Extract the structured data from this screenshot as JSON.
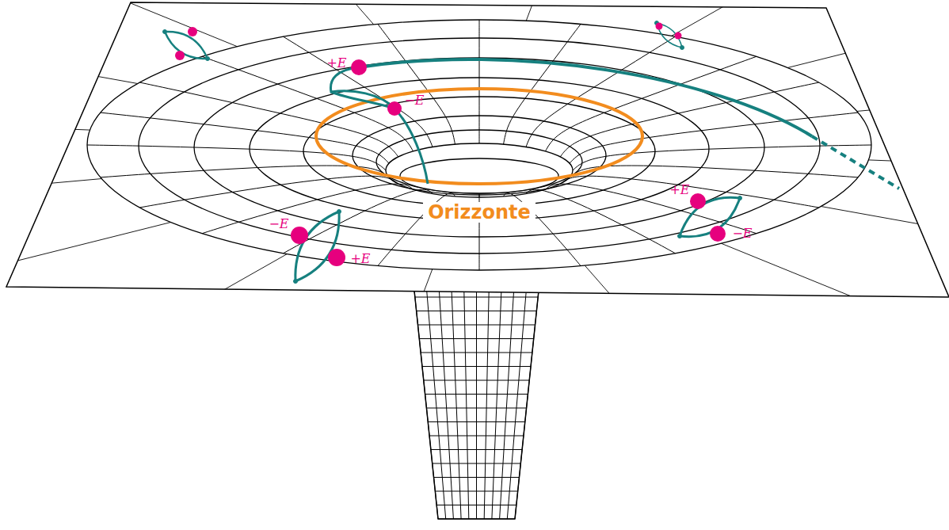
{
  "diagram": {
    "labels": [
      "+E",
      "−E",
      "Orizzonte",
      "−E",
      "+E",
      "+E",
      "−E"
    ]
  }
}
